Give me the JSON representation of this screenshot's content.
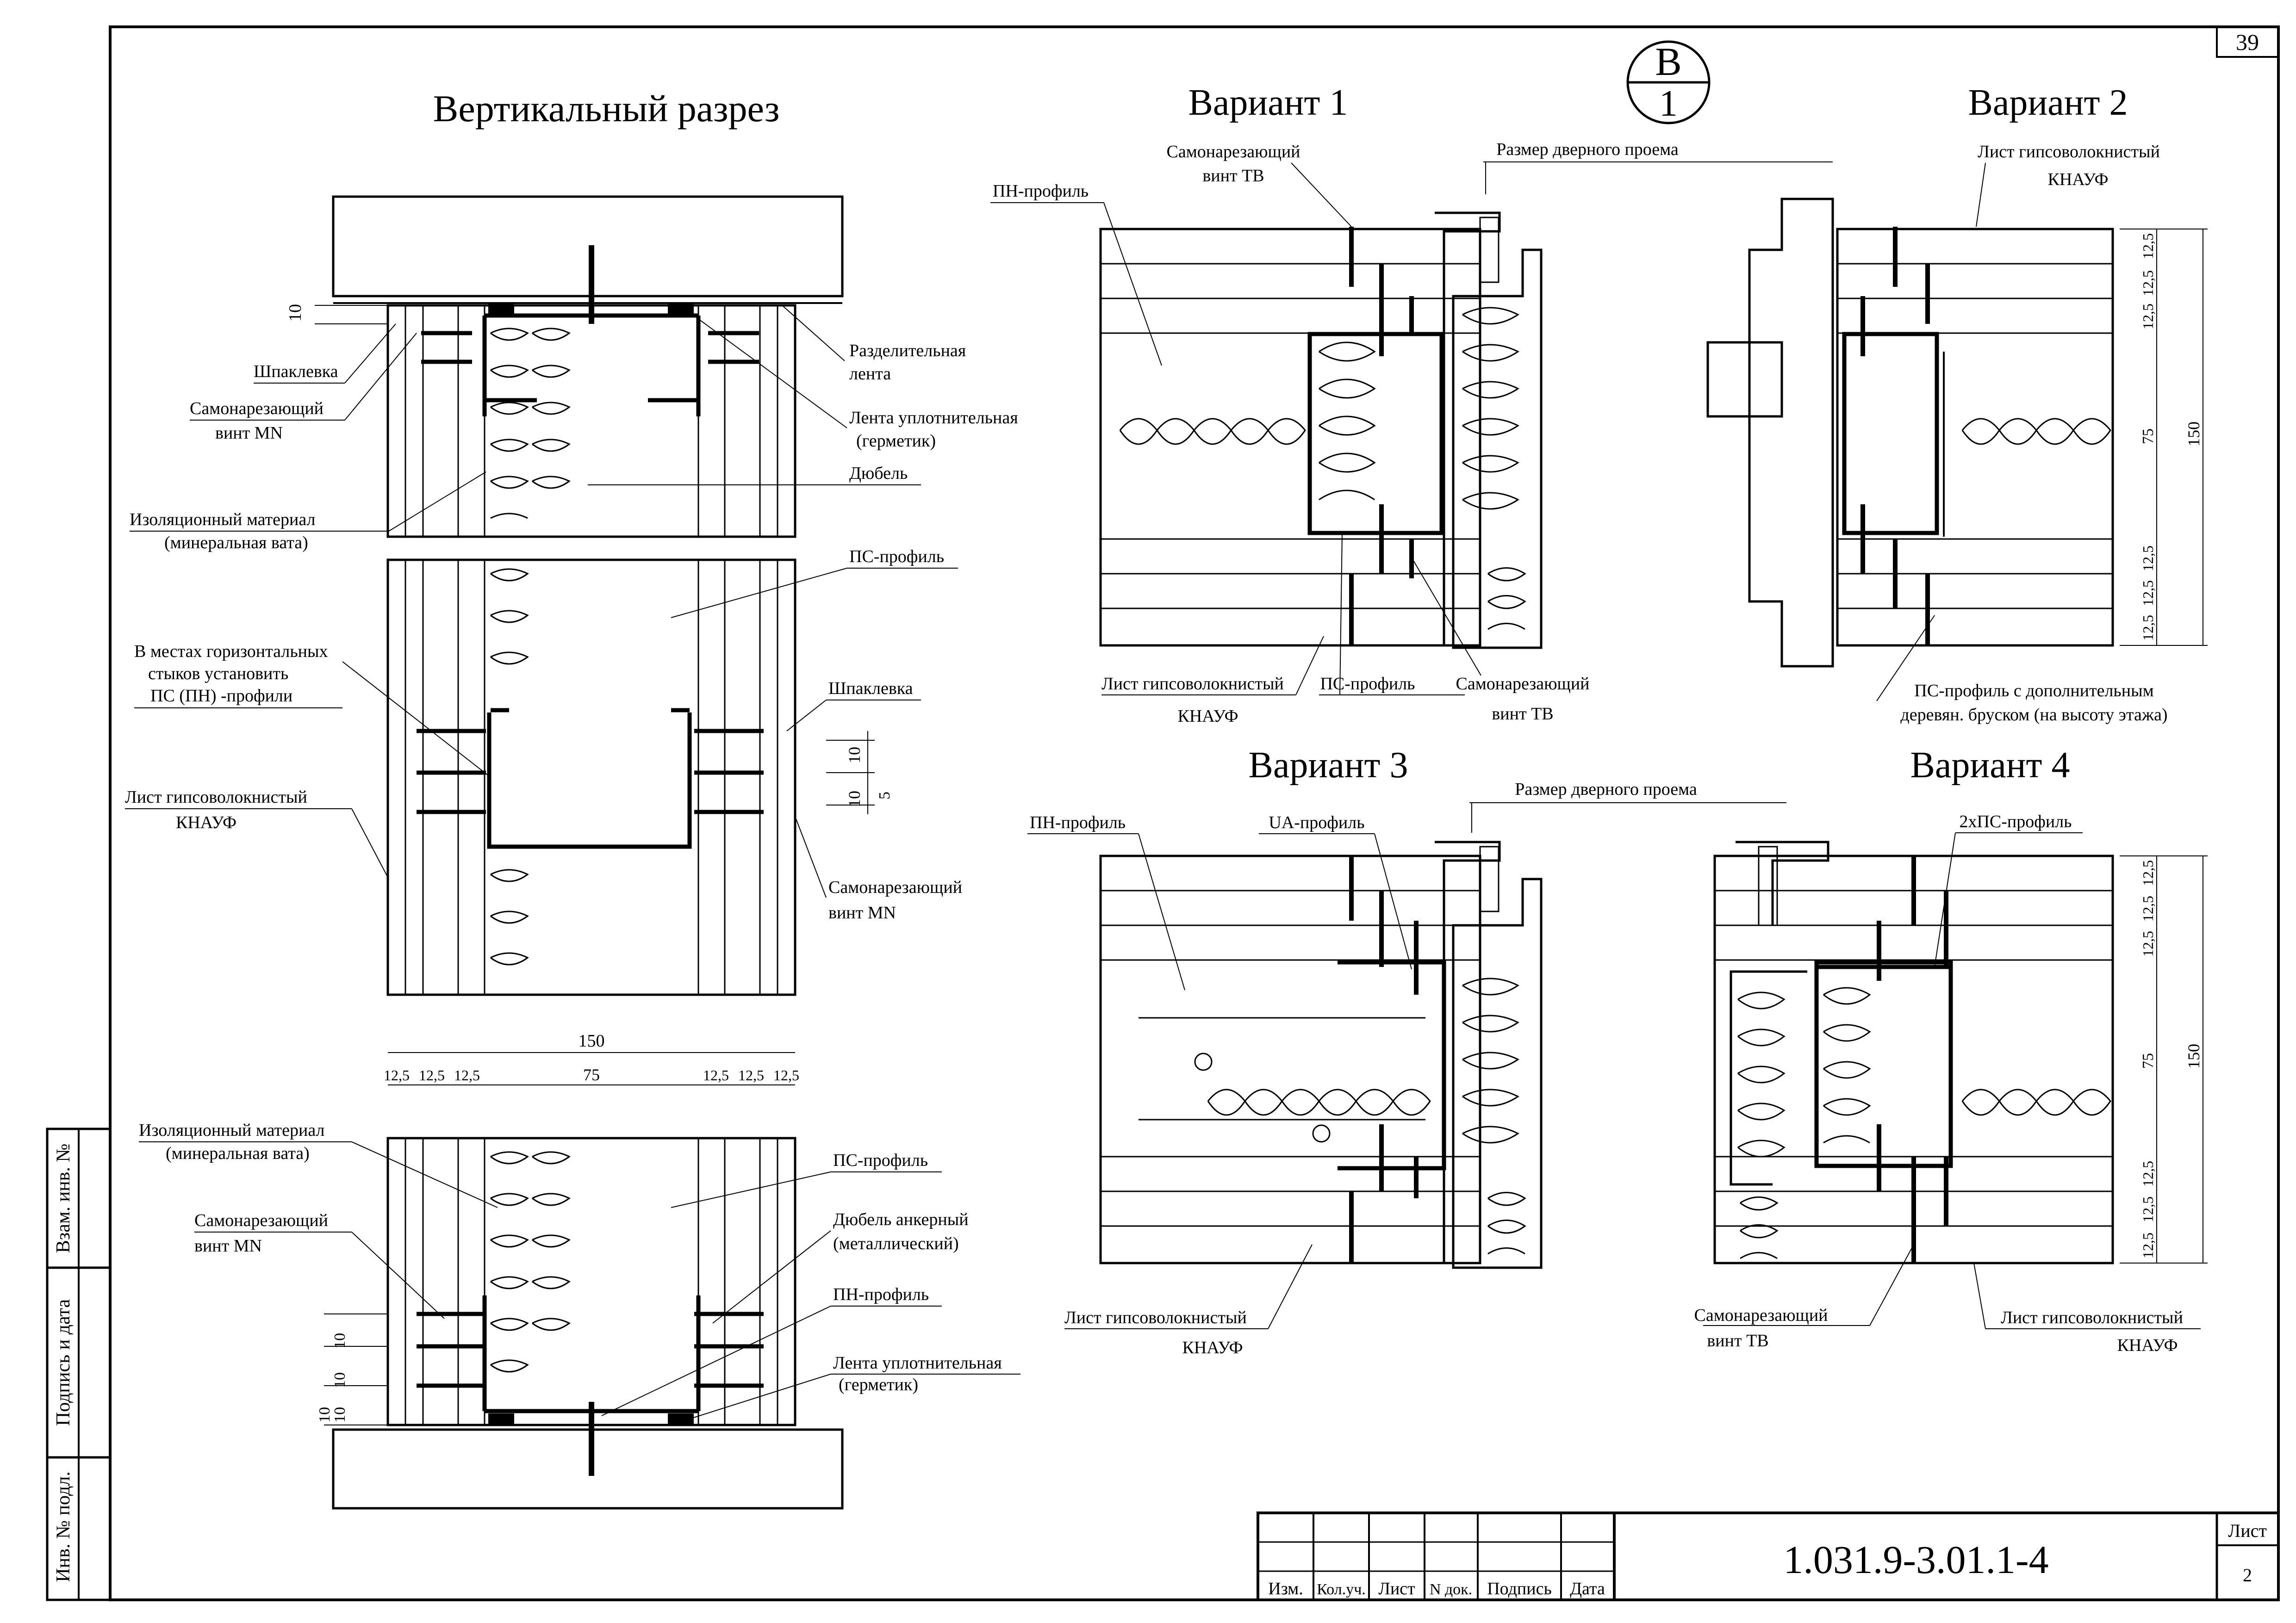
{
  "sheet": {
    "page_number": "39",
    "section_mark_top": "В",
    "section_mark_bottom": "1",
    "designation": "1.031.9-3.01.1-4",
    "sheet_label": "Лист",
    "sheet_number": "2"
  },
  "title_block": {
    "columns": [
      "Изм.",
      "Кол.уч.",
      "Лист",
      "N док.",
      "Подпись",
      "Дата"
    ]
  },
  "side_stamp": {
    "field1": "Взам. инв. №",
    "field2": "Подпись и дата",
    "field3": "Инв. № подл."
  },
  "vertical_section": {
    "title": "Вертикальный  разрез",
    "top": {
      "dim_10": "10",
      "label_putty": "Шпаклевка",
      "label_screw_1": "Самонарезающий",
      "label_screw_2": "винт MN",
      "label_sep_1": "Разделительная",
      "label_sep_2": "лента",
      "label_tape_1": "Лента уплотнительная",
      "label_tape_2": "(герметик)",
      "label_dowel": "Дюбель",
      "label_insul_1": "Изоляционный материал",
      "label_insul_2": "(минеральная вата)"
    },
    "middle": {
      "label_ps": "ПС-профиль",
      "label_joint_1": "В местах горизонтальных",
      "label_joint_2": "стыков установить",
      "label_joint_3": "ПС (ПН) -профили",
      "label_putty": "Шпаклевка",
      "label_sheet_1": "Лист гипсоволокнистый",
      "label_sheet_2": "КНАУФ",
      "label_screw_1": "Самонарезающий",
      "label_screw_2": "винт MN",
      "dim_10a": "10",
      "dim_10b": "10",
      "dim_5": "5"
    },
    "bottom": {
      "dim_total": "150",
      "dim_12_5": "12,5",
      "dim_75": "75",
      "label_insul_1": "Изоляционный материал",
      "label_insul_2": "(минеральная вата)",
      "label_ps": "ПС-профиль",
      "label_screw_1": "Самонарезающий",
      "label_screw_2": "винт MN",
      "label_anchor_1": "Дюбель анкерный",
      "label_anchor_2": "(металлический)",
      "label_pn": "ПН-профиль",
      "label_tape_1": "Лента уплотнительная",
      "label_tape_2": "(герметик)",
      "dim_10": "10"
    }
  },
  "variant1": {
    "title": "Вариант 1",
    "label_screw_1": "Самонарезающий",
    "label_screw_2": "винт ТВ",
    "label_door": "Размер дверного проема",
    "label_pn": "ПН-профиль",
    "label_sheet_1": "Лист гипсоволокнистый",
    "label_sheet_2": "КНАУФ",
    "label_ps": "ПС-профиль",
    "label_screw_b1": "Самонарезающий",
    "label_screw_b2": "винт ТВ"
  },
  "variant2": {
    "title": "Вариант 2",
    "label_sheet_1": "Лист гипсоволокнистый",
    "label_sheet_2": "КНАУФ",
    "label_ps_1": "ПС-профиль с дополнительным",
    "label_ps_2": "деревян. бруском (на высоту этажа)",
    "dim_12_5": "12,5",
    "dim_75": "75",
    "dim_150": "150"
  },
  "variant3": {
    "title": "Вариант 3",
    "label_door": "Размер дверного проема",
    "label_pn": "ПН-профиль",
    "label_ua": "UA-профиль",
    "label_sheet_1": "Лист гипсоволокнистый",
    "label_sheet_2": "КНАУФ"
  },
  "variant4": {
    "title": "Вариант 4",
    "label_2ps": "2хПС-профиль",
    "label_screw_1": "Самонарезающий",
    "label_screw_2": "винт ТВ",
    "label_sheet_1": "Лист гипсоволокнистый",
    "label_sheet_2": "КНАУФ",
    "dim_12_5": "12,5",
    "dim_75": "75",
    "dim_150": "150"
  }
}
